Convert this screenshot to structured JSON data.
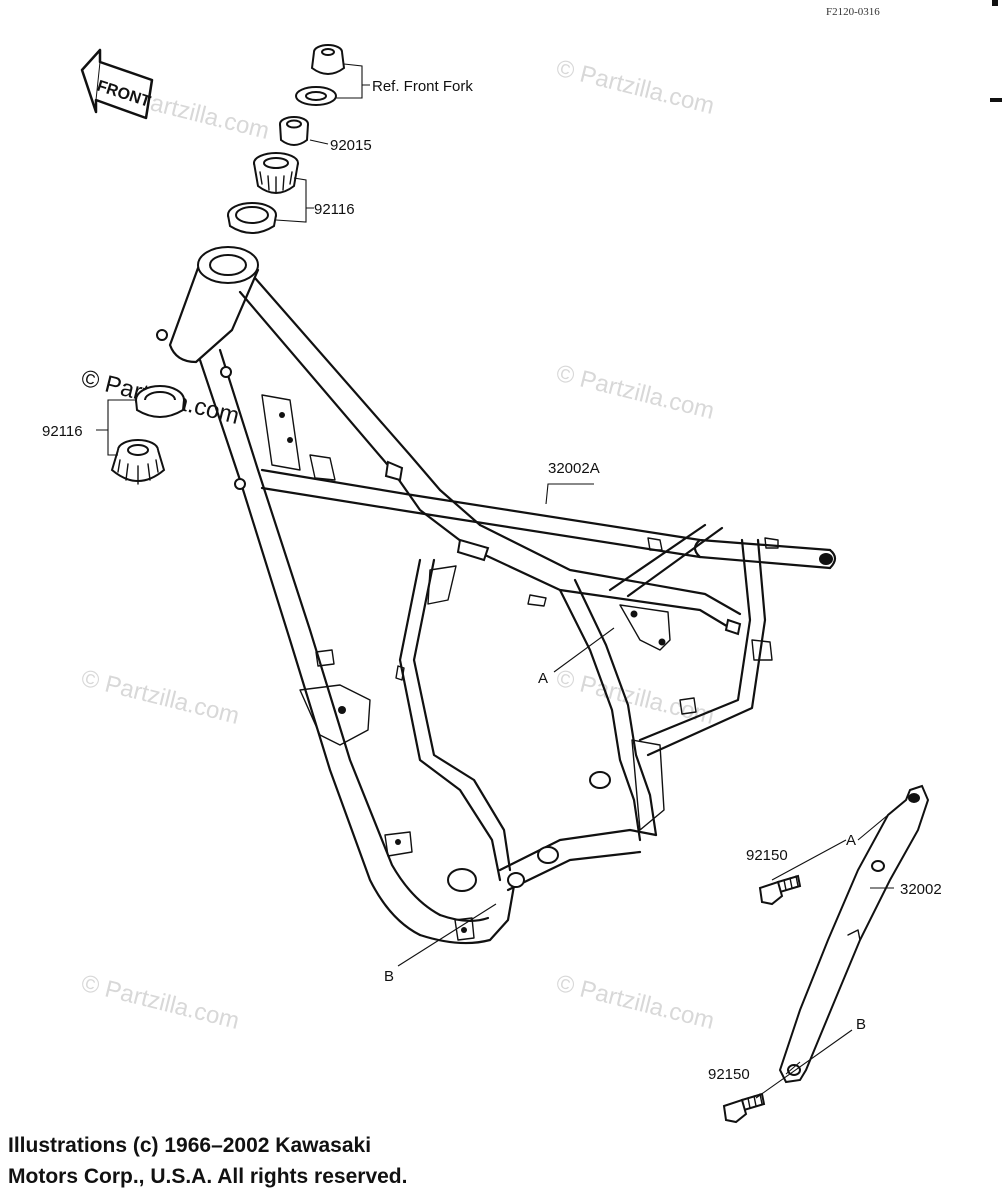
{
  "figure_id": "F2120-0316",
  "watermark": "© Partzilla.com",
  "direction_arrow": "FRONT",
  "labels": {
    "ref_front_fork": "Ref. Front Fork",
    "p92015": "92015",
    "p92116_top": "92116",
    "p92116_left": "92116",
    "p32002A": "32002A",
    "a_frame": "A",
    "b_frame": "B",
    "p92150_upper": "92150",
    "a_brace": "A",
    "p32002": "32002",
    "b_brace": "B",
    "p92150_lower": "92150"
  },
  "copyright": {
    "line1": "Illustrations (c) 1966–2002 Kawasaki",
    "line2": "Motors Corp., U.S.A.  All rights reserved."
  }
}
